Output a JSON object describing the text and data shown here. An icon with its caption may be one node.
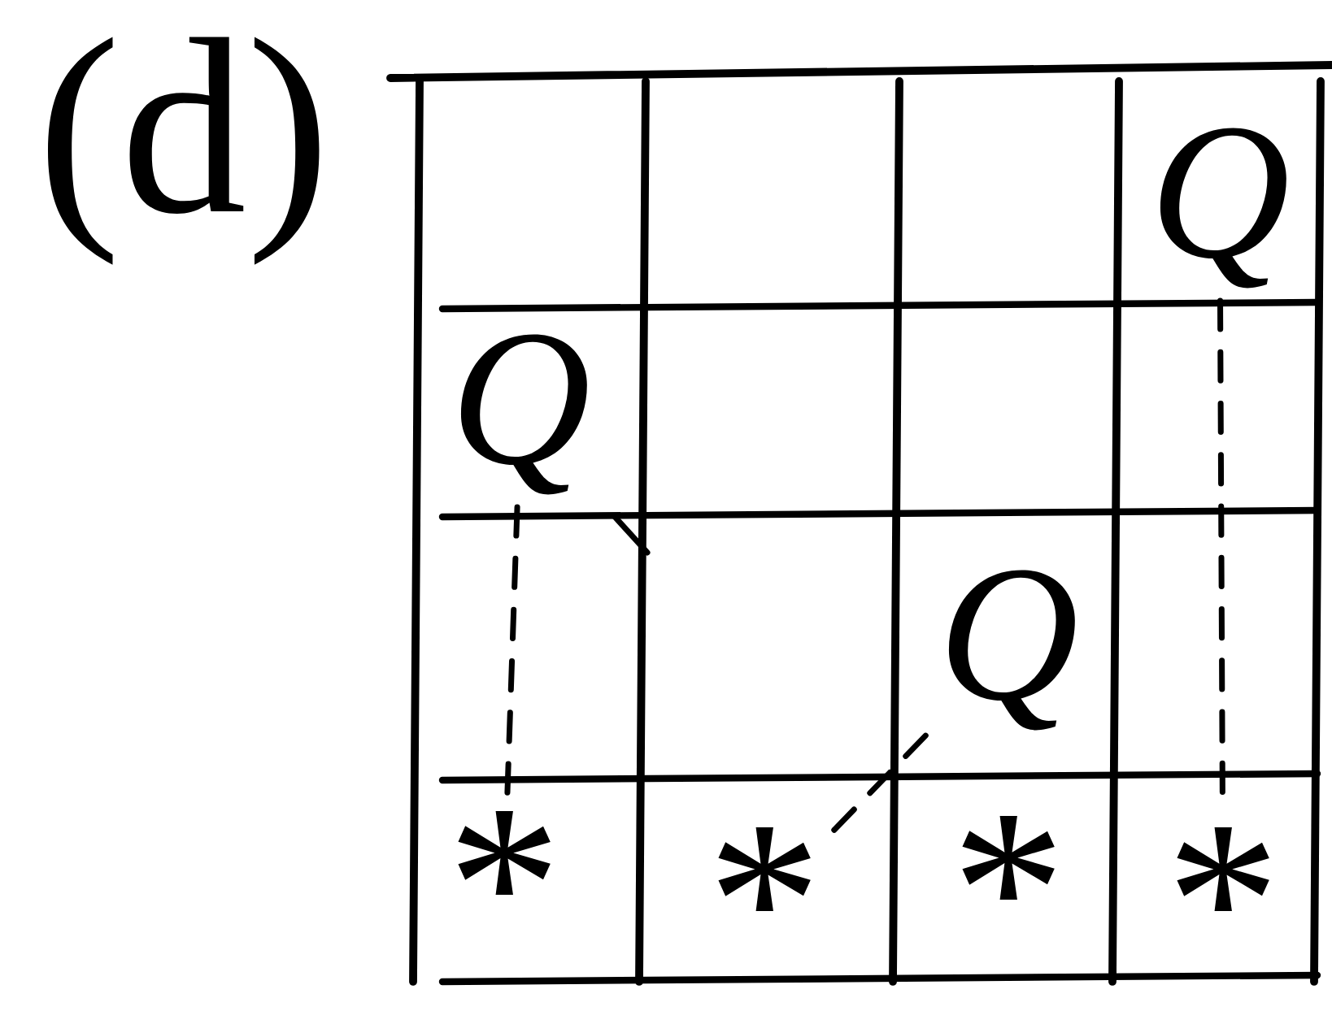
{
  "diagram": {
    "nodes": [
      {
        "text": [
          "Q"
        ]
      },
      {
        "text": [
          "Q"
        ]
      },
      {
        "text": [
          "Q"
        ]
      },
      {
        "text": [
          "*"
        ]
      },
      {
        "text": [
          "*"
        ]
      },
      {
        "text": [
          "*"
        ]
      },
      {
        "text": [
          "*"
        ]
      }
    ],
    "edges": [
      {
        "from": 1,
        "to": 3,
        "arrow": "none",
        "style": "dashed"
      },
      {
        "from": 2,
        "to": 4,
        "arrow": "none",
        "style": "dashed"
      },
      {
        "from": 0,
        "to": 6,
        "arrow": "none",
        "style": "dashed"
      }
    ],
    "labels": [
      "(d)"
    ]
  }
}
